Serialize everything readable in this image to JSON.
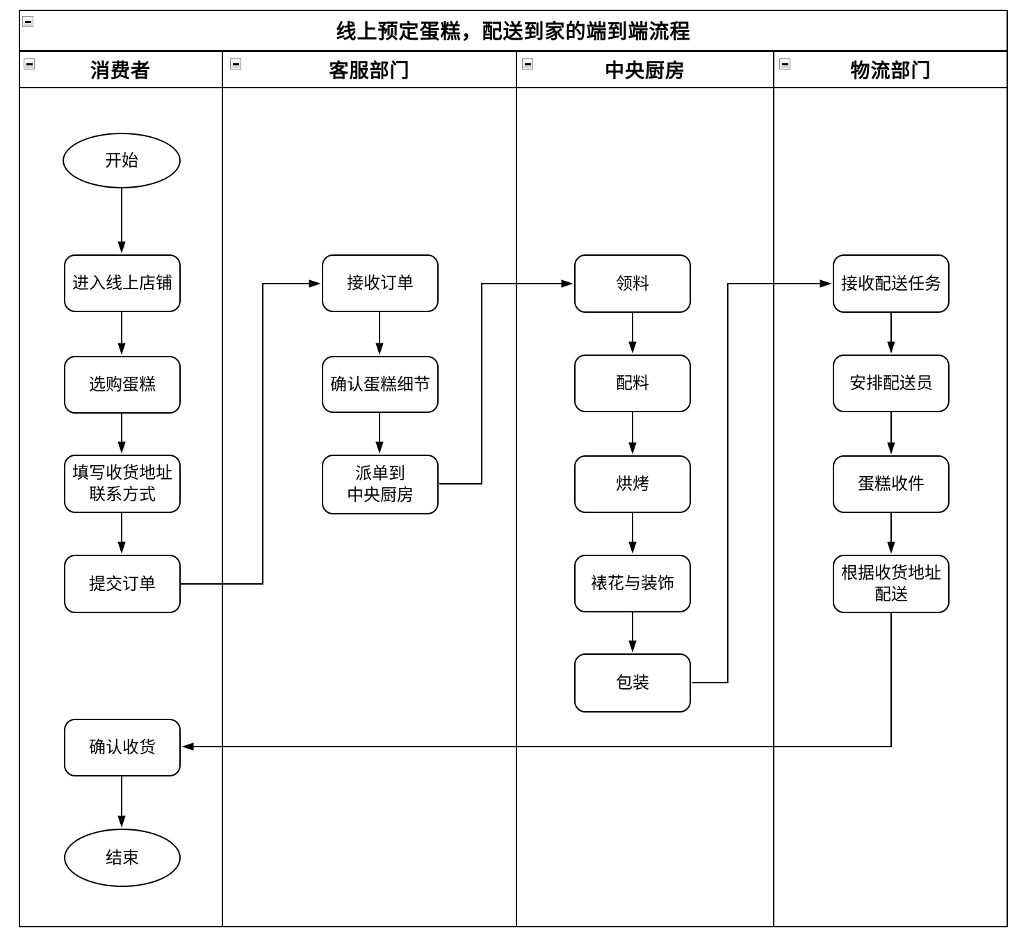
{
  "title": "线上预定蛋糕，配送到家的端到端流程",
  "lanes": {
    "consumer": {
      "label": "消费者"
    },
    "customer_service": {
      "label": "客服部门"
    },
    "central_kitchen": {
      "label": "中央厨房"
    },
    "logistics": {
      "label": "物流部门"
    }
  },
  "nodes": {
    "start": {
      "label": "开始",
      "shape": "terminator",
      "lane": "consumer"
    },
    "enter_store": {
      "label": "进入线上店铺",
      "shape": "process",
      "lane": "consumer"
    },
    "select_cake": {
      "label": "选购蛋糕",
      "shape": "process",
      "lane": "consumer"
    },
    "fill_address": {
      "label": "填写收货地址\n联系方式",
      "shape": "process",
      "lane": "consumer"
    },
    "submit_order": {
      "label": "提交订单",
      "shape": "process",
      "lane": "consumer"
    },
    "confirm_receipt": {
      "label": "确认收货",
      "shape": "process",
      "lane": "consumer"
    },
    "end": {
      "label": "结束",
      "shape": "terminator",
      "lane": "consumer"
    },
    "receive_order": {
      "label": "接收订单",
      "shape": "process",
      "lane": "customer_service"
    },
    "confirm_details": {
      "label": "确认蛋糕细节",
      "shape": "process",
      "lane": "customer_service"
    },
    "dispatch_kitchen": {
      "label": "派单到\n中央厨房",
      "shape": "process",
      "lane": "customer_service"
    },
    "pick_materials": {
      "label": "领料",
      "shape": "process",
      "lane": "central_kitchen"
    },
    "prepare_ingredients": {
      "label": "配料",
      "shape": "process",
      "lane": "central_kitchen"
    },
    "bake": {
      "label": "烘烤",
      "shape": "process",
      "lane": "central_kitchen"
    },
    "decorate": {
      "label": "裱花与装饰",
      "shape": "process",
      "lane": "central_kitchen"
    },
    "package": {
      "label": "包装",
      "shape": "process",
      "lane": "central_kitchen"
    },
    "receive_task": {
      "label": "接收配送任务",
      "shape": "process",
      "lane": "logistics"
    },
    "assign_courier": {
      "label": "安排配送员",
      "shape": "process",
      "lane": "logistics"
    },
    "cake_pickup": {
      "label": "蛋糕收件",
      "shape": "process",
      "lane": "logistics"
    },
    "deliver": {
      "label": "根据收货地址\n配送",
      "shape": "process",
      "lane": "logistics"
    }
  },
  "edges": [
    {
      "from": "start",
      "to": "enter_store"
    },
    {
      "from": "enter_store",
      "to": "select_cake"
    },
    {
      "from": "select_cake",
      "to": "fill_address"
    },
    {
      "from": "fill_address",
      "to": "submit_order"
    },
    {
      "from": "submit_order",
      "to": "receive_order"
    },
    {
      "from": "receive_order",
      "to": "confirm_details"
    },
    {
      "from": "confirm_details",
      "to": "dispatch_kitchen"
    },
    {
      "from": "dispatch_kitchen",
      "to": "pick_materials"
    },
    {
      "from": "pick_materials",
      "to": "prepare_ingredients"
    },
    {
      "from": "prepare_ingredients",
      "to": "bake"
    },
    {
      "from": "bake",
      "to": "decorate"
    },
    {
      "from": "decorate",
      "to": "package"
    },
    {
      "from": "package",
      "to": "receive_task"
    },
    {
      "from": "receive_task",
      "to": "assign_courier"
    },
    {
      "from": "assign_courier",
      "to": "cake_pickup"
    },
    {
      "from": "cake_pickup",
      "to": "deliver"
    },
    {
      "from": "deliver",
      "to": "confirm_receipt"
    },
    {
      "from": "confirm_receipt",
      "to": "end"
    }
  ],
  "colors": {
    "stroke": "#000000",
    "node_fill": "#ffffff",
    "background": "#ffffff",
    "collapse_border": "#8c8c8c"
  }
}
